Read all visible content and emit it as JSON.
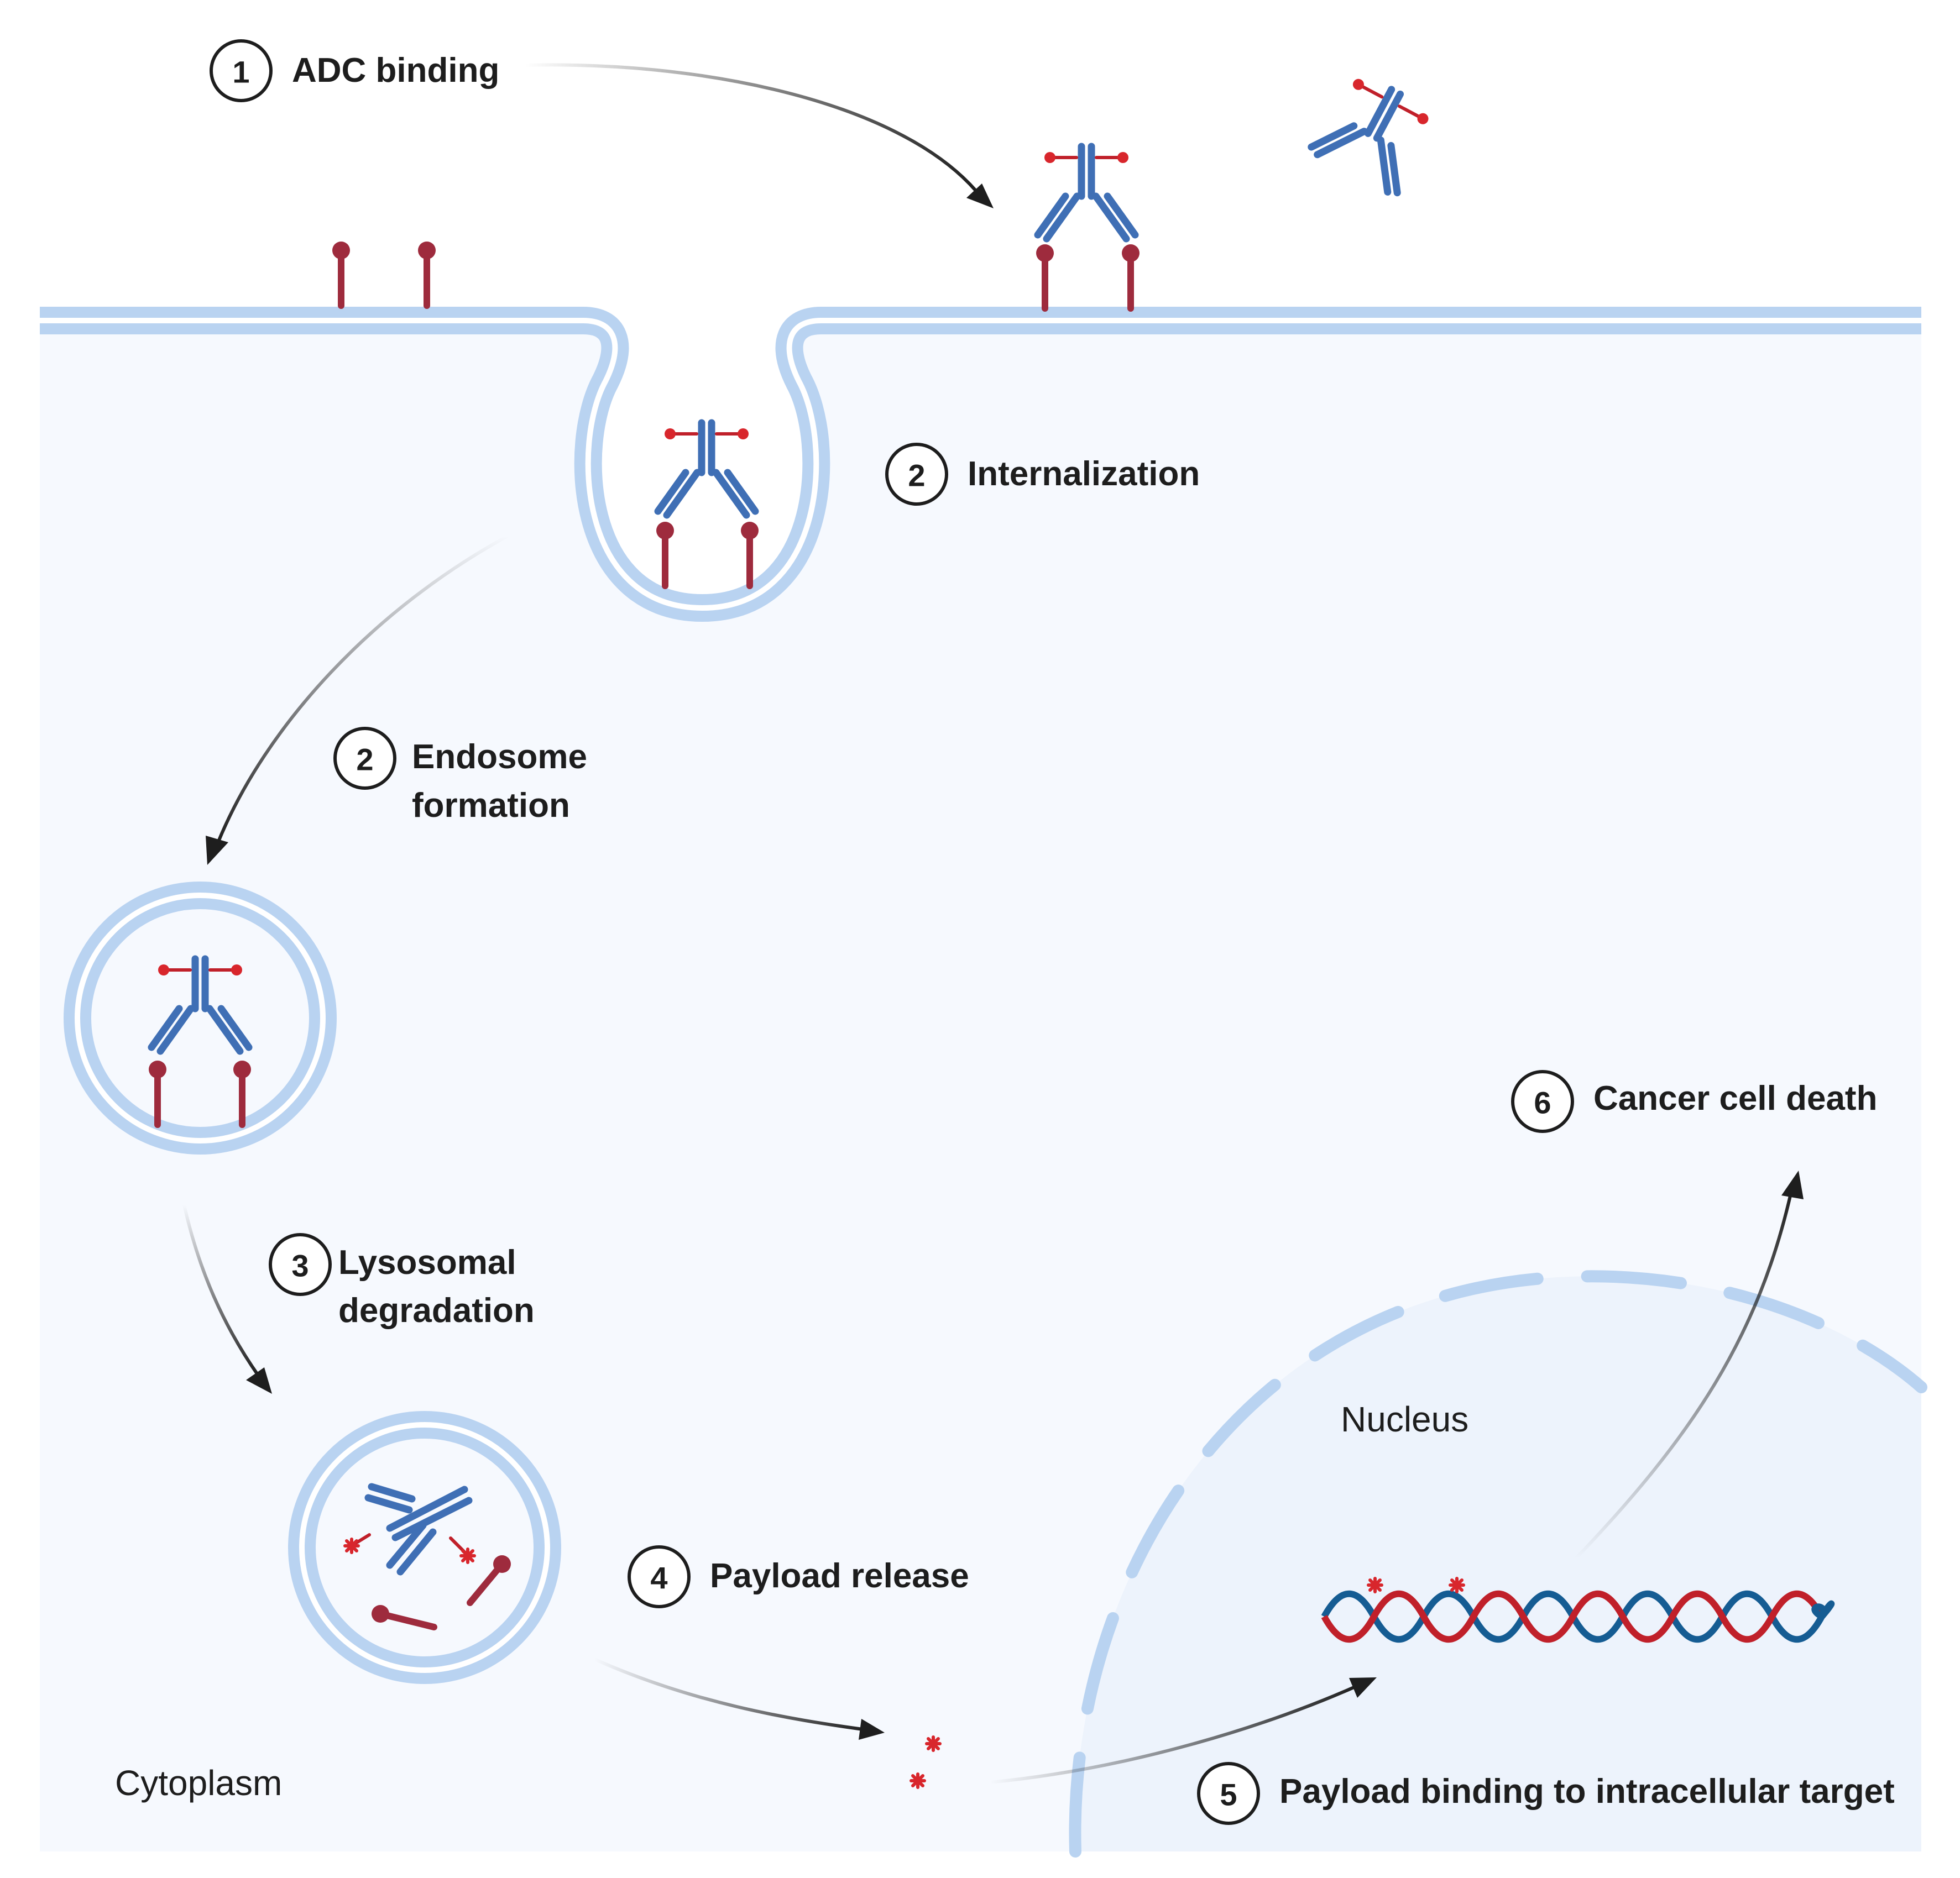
{
  "steps": [
    {
      "number": "1",
      "label": "ADC binding"
    },
    {
      "number": "2",
      "label": "Internalization"
    },
    {
      "number": "2",
      "line1": "Endosome",
      "line2": "formation"
    },
    {
      "number": "3",
      "line1": "Lysosomal",
      "line2": "degradation"
    },
    {
      "number": "4",
      "label": "Payload release"
    },
    {
      "number": "5",
      "label": "Payload binding to intracellular target"
    },
    {
      "number": "6",
      "label": "Cancer cell death"
    }
  ],
  "regions": {
    "cytoplasm": "Cytoplasm",
    "nucleus": "Nucleus"
  },
  "colors": {
    "membrane": "#b9d3f1",
    "membrane_inner": "#ffffff",
    "cytoplasm": "#f6f9fe",
    "nucleus": "#edf3fc",
    "antibody": "#3f6fb5",
    "receptor": "#9e2b3d",
    "payload": "#d8262c",
    "dna_red": "#c0202a",
    "dna_blue": "#155c93",
    "arrow": "#1e1e1e",
    "text": "#1d1d1d"
  }
}
